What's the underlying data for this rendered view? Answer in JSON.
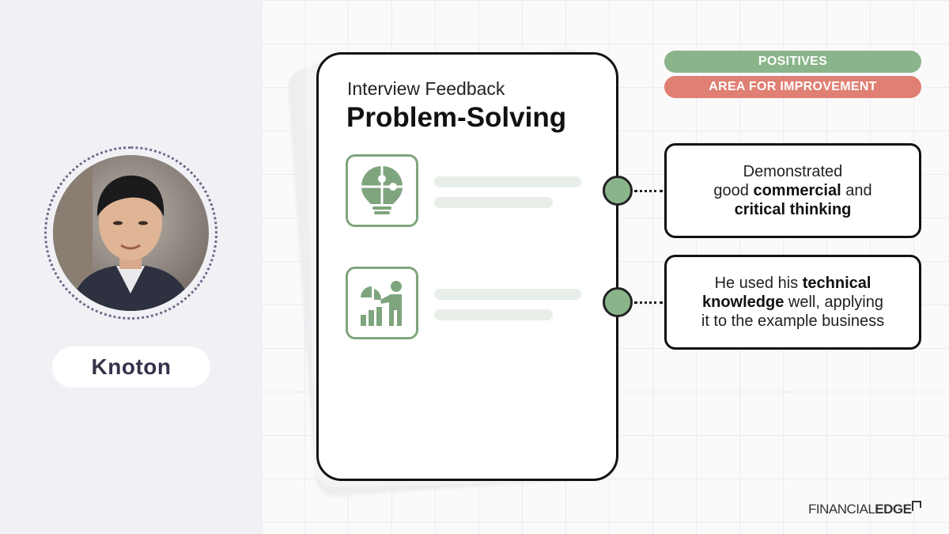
{
  "candidate": {
    "name": "Knoton"
  },
  "card": {
    "subtitle": "Interview Feedback",
    "title": "Problem-Solving",
    "icons": [
      "lightbulb-puzzle-icon",
      "presentation-chart-icon"
    ]
  },
  "legend": {
    "positives": {
      "label": "POSITIVES",
      "color": "#8ab58a"
    },
    "improvement": {
      "label": "AREA FOR IMPROVEMENT",
      "color": "#e07f73"
    }
  },
  "feedback": [
    {
      "type": "positive",
      "line1": "Demonstrated",
      "line2_pre": "good ",
      "line2_bold": "commercial",
      "line2_post": " and",
      "line3_bold": "critical thinking"
    },
    {
      "type": "positive",
      "line1_pre": "He used his ",
      "line1_bold": "technical",
      "line2_bold": "knowledge",
      "line2_post": " well, applying",
      "line3": "it to the example business"
    }
  ],
  "logo": {
    "part1": "FINANCIAL",
    "part2": "EDGE"
  },
  "colors": {
    "accent_green": "#8ab58a",
    "accent_red": "#e07f73",
    "icon_green": "#7fa57e"
  }
}
